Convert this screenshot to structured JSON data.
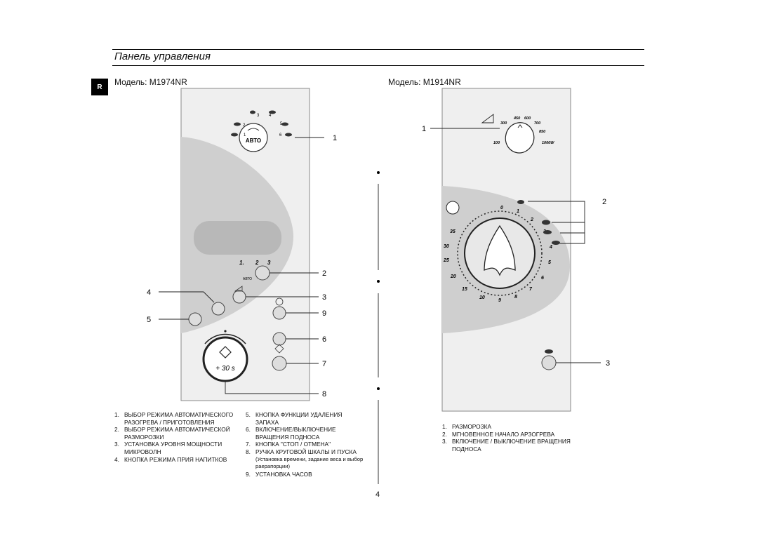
{
  "page_title": "Панель управления",
  "region_badge": "R",
  "left_model": "Модель: M1974NR",
  "right_model": "Модель: M1914NR",
  "page_number": "4",
  "left_panel": {
    "auto_label": "АВТО",
    "auto_small_label": "АВТО",
    "dial_numbers": [
      "1",
      "2",
      "3",
      "4",
      "5",
      "6"
    ],
    "defrost_steps": [
      "1.",
      "2",
      "3"
    ],
    "timer_text": "+ 30 s",
    "callouts": [
      "1",
      "2",
      "3",
      "4",
      "5",
      "9",
      "6",
      "7",
      "8"
    ]
  },
  "right_panel": {
    "power_levels": [
      "100",
      "300",
      "450",
      "600",
      "700",
      "850",
      "1000W"
    ],
    "timer_marks": [
      "0",
      "1",
      "2",
      "3",
      "4",
      "5",
      "6",
      "7",
      "8",
      "9",
      "10",
      "15",
      "20",
      "25",
      "30",
      "35"
    ],
    "callouts": [
      "1",
      "2",
      "3"
    ]
  },
  "legend_left": {
    "col1": [
      {
        "num": "1.",
        "text": "ВЫБОР РЕЖИМА АВТОМАТИЧЕСКОГО РАЗОГРЕВА / ПРИГОТОВЛЕНИЯ"
      },
      {
        "num": "2.",
        "text": "ВЫБОР РЕЖИМА АВТОМАТИЧЕСКОЙ РАЗМОРОЗКИ"
      },
      {
        "num": "3.",
        "text": "УСТАНОВКА УРОВНЯ МОЩНОСТИ МИКРОВОЛН"
      },
      {
        "num": "4.",
        "text": "КНОПКА РЕЖИМА ПРИЯ НАПИТКОВ"
      }
    ],
    "col2": [
      {
        "num": "5.",
        "text": "КНОПКА ФУНКЦИИ  УДАЛЕНИЯ ЗАПАХА"
      },
      {
        "num": "6.",
        "text": "ВКЛЮЧЕНИЕ/ВЫКЛЮЧЕНИЕ ВРАЩЕНИЯ ПОДНОСА"
      },
      {
        "num": "7.",
        "text": "КНОПКА \"СТОП / ОТМЕНА\""
      },
      {
        "num": "8.",
        "text": "РУЧКА КРУГОВОЙ ШКАЛЫ И ПУСКА"
      },
      {
        "num": "",
        "text": "(Установка времени, задание веса и выбор раерапорции)"
      },
      {
        "num": "9.",
        "text": "УСТАНОВКА ЧАСОВ"
      }
    ]
  },
  "legend_right": [
    {
      "num": "1.",
      "text": "РАЗМОРОЗКА"
    },
    {
      "num": "2.",
      "text": "МГНОВЕННОЕ НАЧАЛО АРЗОГРЕВА"
    },
    {
      "num": "3.",
      "text": "ВКЛЮЧЕНИЕ / ВЫКЛЮЧЕНИЕ ВРАЩЕНИЯ ПОДНОСА"
    }
  ]
}
